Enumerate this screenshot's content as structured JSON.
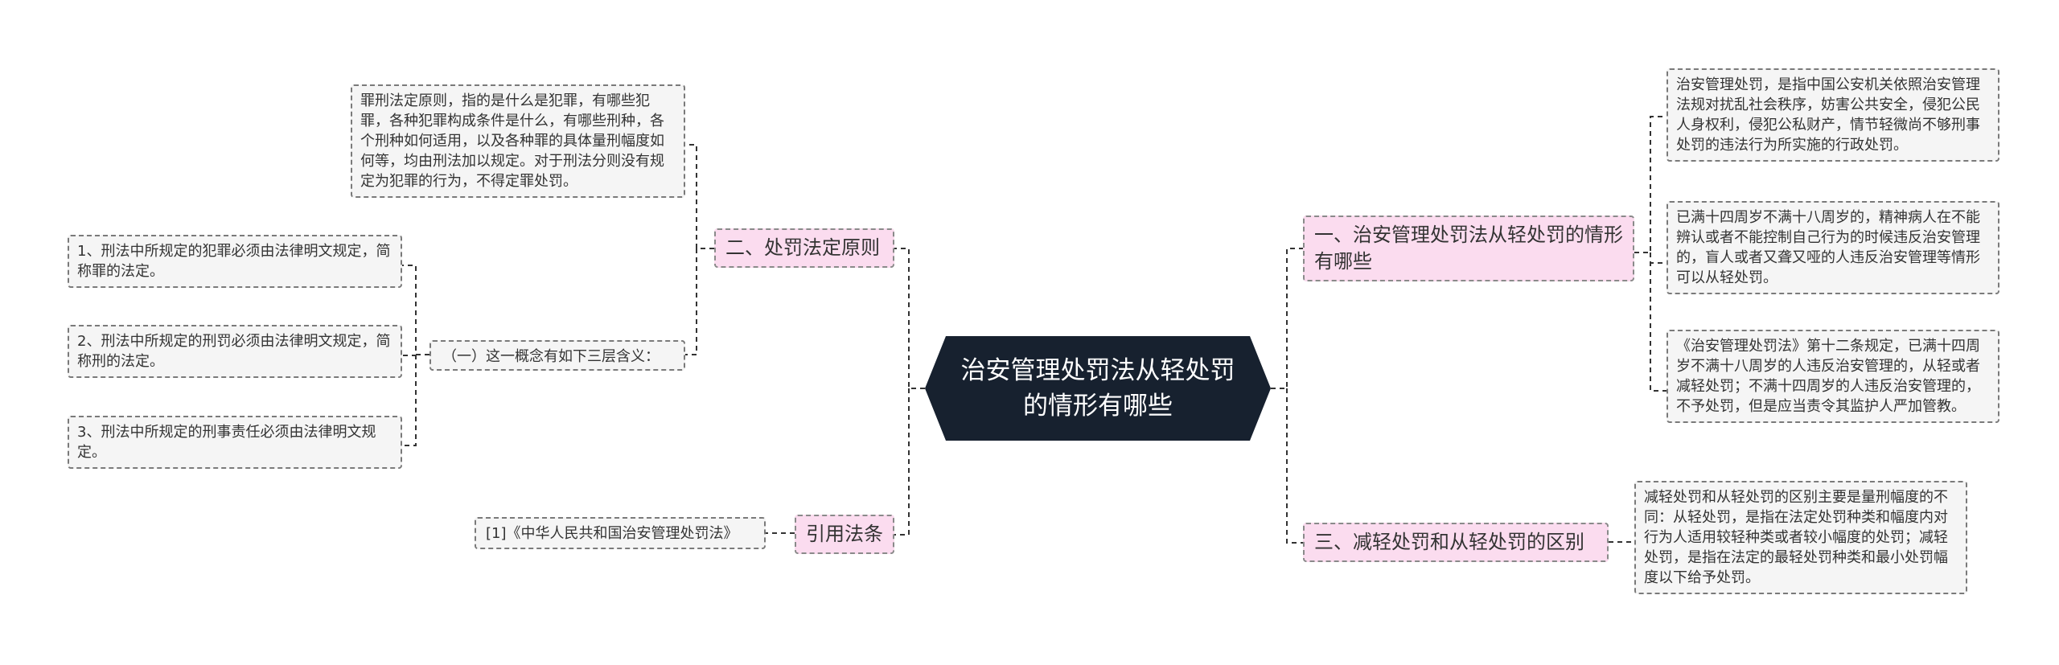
{
  "center": {
    "title": "治安管理处罚法从轻处罚的情形有哪些"
  },
  "right": {
    "branch1": {
      "label": "一、治安管理处罚法从轻处罚的情形有哪些",
      "leaves": [
        "治安管理处罚，是指中国公安机关依照治安管理法规对扰乱社会秩序，妨害公共安全，侵犯公民人身权利，侵犯公私财产，情节轻微尚不够刑事处罚的违法行为所实施的行政处罚。",
        "已满十四周岁不满十八周岁的，精神病人在不能辨认或者不能控制自己行为的时候违反治安管理的，盲人或者又聋又哑的人违反治安管理等情形可以从轻处罚。",
        "《治安管理处罚法》第十二条规定，已满十四周岁不满十八周岁的人违反治安管理的，从轻或者减轻处罚；不满十四周岁的人违反治安管理的，不予处罚，但是应当责令其监护人严加管教。"
      ]
    },
    "branch3": {
      "label": "三、减轻处罚和从轻处罚的区别",
      "leaves": [
        "减轻处罚和从轻处罚的区别主要是量刑幅度的不同：从轻处罚，是指在法定处罚种类和幅度内对行为人适用较轻种类或者较小幅度的处罚；减轻处罚，是指在法定的最轻处罚种类和最小处罚幅度以下给予处罚。"
      ]
    }
  },
  "left": {
    "branch2": {
      "label": "二、处罚法定原则",
      "leaf_top": "罪刑法定原则，指的是什么是犯罪，有哪些犯罪，各种犯罪构成条件是什么，有哪些刑种，各个刑种如何适用，以及各种罪的具体量刑幅度如何等，均由刑法加以规定。对于刑法分则没有规定为犯罪的行为，不得定罪处罚。",
      "sub": {
        "label": "（一）这一概念有如下三层含义：",
        "leaves": [
          "1、刑法中所规定的犯罪必须由法律明文规定，简称罪的法定。",
          "2、刑法中所规定的刑罚必须由法律明文规定，简称刑的法定。",
          "3、刑法中所规定的刑事责任必须由法律明文规定。"
        ]
      }
    },
    "branch4": {
      "label": "引用法条",
      "leaves": [
        "[1]《中华人民共和国治安管理处罚法》"
      ]
    }
  },
  "colors": {
    "center_fill": "#17212f",
    "branch_fill": "#fbdcef",
    "leaf_fill": "#f5f5f5",
    "connector": "#333333"
  }
}
